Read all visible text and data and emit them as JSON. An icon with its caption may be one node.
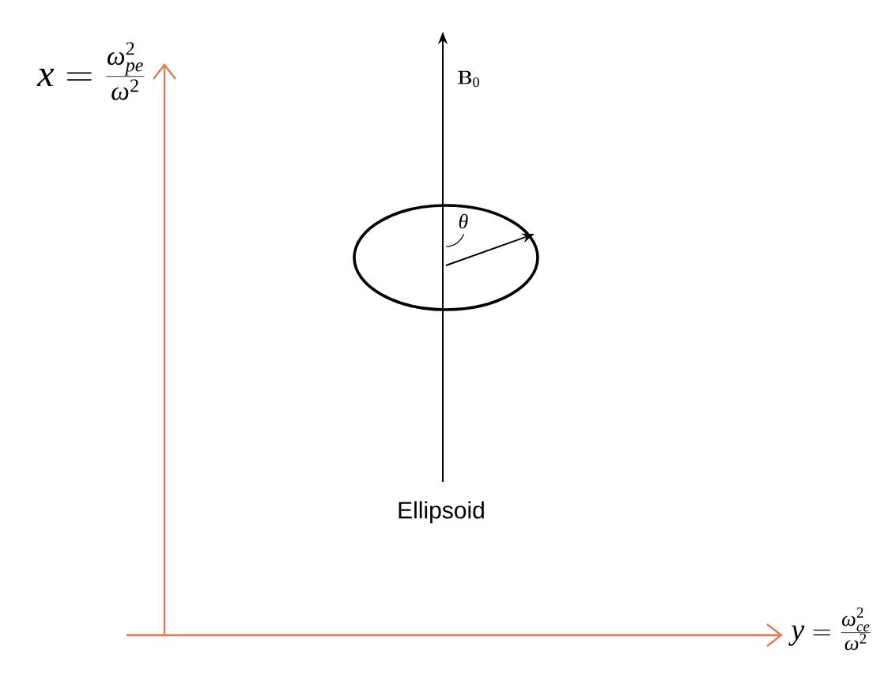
{
  "diagram": {
    "nodes": [
      {
        "text": [],
        "shape": "ellipse"
      }
    ],
    "labels": [
      "x = \\frac{\\omega_{pe}^{2}}{\\omega^{2}}",
      "\\mathbf{B}_{0}",
      "\\theta",
      "Ellipsoid",
      "y = \\frac{\\omega_{ce}^{2}}{\\omega^{2}}"
    ]
  }
}
